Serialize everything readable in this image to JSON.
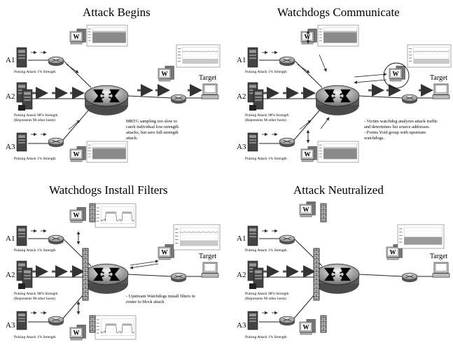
{
  "panels": [
    {
      "title": "Attack Begins",
      "hosts": [
        "A1",
        "A2",
        "A3"
      ],
      "labels": {
        "a1": "Pulsing Attack 1% Strength",
        "a2_1": "Pulsing Attack 98% Strength",
        "a2_2": "(Represents 98 other hosts)",
        "a3": "Pulsing Attack 1% Strength"
      },
      "target": "Target",
      "note": [
        "MRTG sampling too slow to",
        "catch individual low-strength",
        "attacks, but sees full-strength",
        "attack."
      ]
    },
    {
      "title": "Watchdogs Communicate",
      "hosts": [
        "A1",
        "A2",
        "A3"
      ],
      "labels": {
        "a1": "Pulsing Attack 1% Strength",
        "a2_1": "Pulsing Attack 98% Strength",
        "a2_2": "(Represents 98 other hosts)",
        "a3": "Pulsing Attack 1% Strength"
      },
      "target": "Target",
      "note": [
        "- Victim watchdog analyzes attack traffic",
        "and determines list source addresses.",
        "- Forms Yoid group with upstream",
        "watchdogs."
      ]
    },
    {
      "title": "Watchdogs Install Filters",
      "hosts": [
        "A1",
        "A2",
        "A3"
      ],
      "labels": {
        "a1": "Pulsing Attack 1% Strength",
        "a2_1": "Pulsing Attack 98% Strength",
        "a2_2": "(Represents 98 other hosts)",
        "a3": "Pulsing Attack 1% Strength"
      },
      "target": "Target",
      "note": [
        "- Upstream Watchdogs install filters in",
        "router to block attack"
      ]
    },
    {
      "title": "Attack Neutralized",
      "hosts": [
        "A1",
        "A2",
        "A3"
      ],
      "labels": {
        "a1": "Pulsing Attack 1% Strength",
        "a2_1": "Pulsing Attack 98% Strength",
        "a2_2": "(Represents 98 other hosts)",
        "a3": "Pulsing Attack 1% Strength"
      },
      "target": "Target",
      "note": []
    }
  ],
  "watchdog_letter": "W",
  "icons": [
    "attacker-server-icon",
    "router-icon",
    "core-router-icon",
    "watchdog-icon",
    "mrtg-graph-icon",
    "firewall-icon",
    "target-computer-icon"
  ]
}
